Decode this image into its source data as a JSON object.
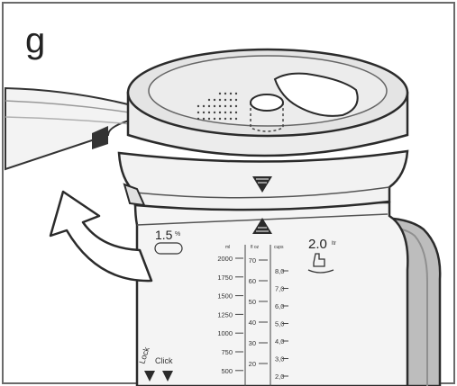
{
  "figure": {
    "step_label": "g",
    "marks": {
      "left_capacity": "1.5",
      "left_capacity_unit": "%",
      "right_capacity": "2.0",
      "right_capacity_unit": "ltr",
      "ml_header": "ml",
      "floz_header": "fl oz",
      "cups_header": "cups",
      "ml_ticks": [
        "2000",
        "1750",
        "1500",
        "1250",
        "1000",
        "750",
        "500"
      ],
      "floz_ticks": [
        "70",
        "60",
        "50",
        "40",
        "30",
        "20"
      ],
      "cups_ticks": [
        "8,0",
        "7,0",
        "6,0",
        "5,0",
        "4,0",
        "3,0",
        "2,0"
      ],
      "lock_text": "Click",
      "lock_prefix": "Lock"
    },
    "colors": {
      "outline": "#2b2b2b",
      "lid_fill": "#e9e9e9",
      "jug_fill": "#f0f0f0",
      "handle_fill": "#bdbdbd",
      "arrow_fill": "#ffffff"
    },
    "icons": [
      "triangle-down-icon",
      "triangle-up-icon",
      "rotate-arrow-icon",
      "hand-icon"
    ]
  }
}
